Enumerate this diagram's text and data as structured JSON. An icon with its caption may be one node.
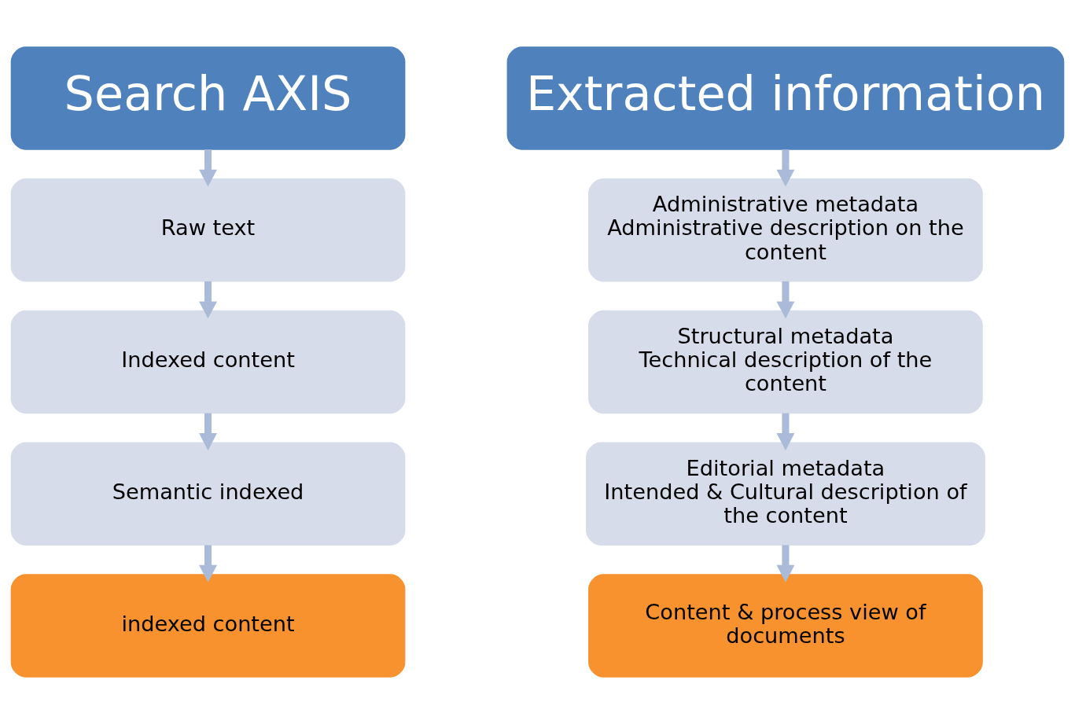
{
  "diagram": {
    "nodes": [
      {
        "text": [
          "Search AXIS"
        ]
      },
      {
        "text": [
          "Raw text"
        ]
      },
      {
        "text": [
          "Indexed content"
        ]
      },
      {
        "text": [
          "Semantic indexed"
        ]
      },
      {
        "text": [
          "indexed content"
        ]
      },
      {
        "text": [
          "Extracted information"
        ]
      },
      {
        "text": [
          "Administrative metadata",
          "Administrative description on the content"
        ]
      },
      {
        "text": [
          "Structural metadata",
          "Technical description of the content"
        ]
      },
      {
        "text": [
          "Editorial metadata",
          "Intended & Cultural description of the content"
        ]
      },
      {
        "text": [
          "Content & process view of documents"
        ]
      }
    ],
    "edges": [
      {
        "from": 0,
        "to": 1,
        "arrow": "to"
      },
      {
        "from": 1,
        "to": 2,
        "arrow": "to"
      },
      {
        "from": 2,
        "to": 3,
        "arrow": "to"
      },
      {
        "from": 3,
        "to": 4,
        "arrow": "to"
      },
      {
        "from": 5,
        "to": 6,
        "arrow": "to"
      },
      {
        "from": 6,
        "to": 7,
        "arrow": "to"
      },
      {
        "from": 7,
        "to": 8,
        "arrow": "to"
      },
      {
        "from": 8,
        "to": 9,
        "arrow": "to"
      }
    ]
  }
}
